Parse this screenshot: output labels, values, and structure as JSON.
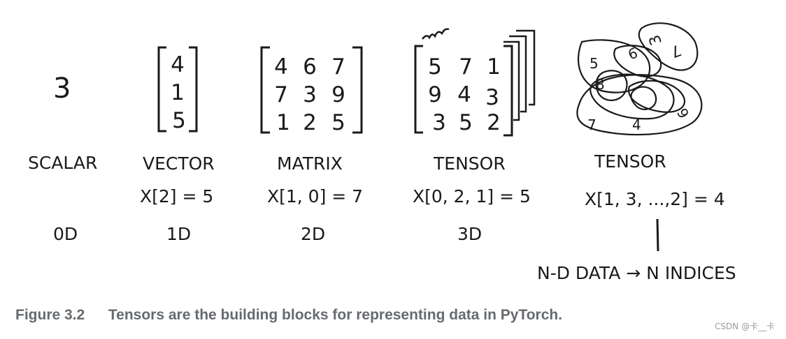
{
  "scalar": {
    "value": "3",
    "label": "SCALAR",
    "dim": "0D"
  },
  "vector": {
    "values": [
      "4",
      "1",
      "5"
    ],
    "label": "VECTOR",
    "index": "X[2] = 5",
    "dim": "1D"
  },
  "matrix": {
    "rows": [
      [
        "4",
        "6",
        "7"
      ],
      [
        "7",
        "3",
        "9"
      ],
      [
        "1",
        "2",
        "5"
      ]
    ],
    "label": "MATRIX",
    "index": "X[1, 0] = 7",
    "dim": "2D"
  },
  "tensor3d": {
    "rows": [
      [
        "5",
        "7",
        "1"
      ],
      [
        "9",
        "4",
        "3"
      ],
      [
        "3",
        "5",
        "2"
      ]
    ],
    "label": "TENSOR",
    "index": "X[0, 2, 1] = 5",
    "dim": "3D"
  },
  "tensorNd": {
    "numbers": [
      "5",
      "6",
      "3",
      "7",
      "8",
      "7",
      "4",
      "6"
    ],
    "label": "TENSOR",
    "index": "X[1, 3, ...,2] = 4",
    "note": "N-D DATA → N INDICES"
  },
  "caption": {
    "number": "Figure 3.2",
    "text": "Tensors are the building blocks for representing data in PyTorch."
  },
  "watermark": "CSDN @卡__卡"
}
